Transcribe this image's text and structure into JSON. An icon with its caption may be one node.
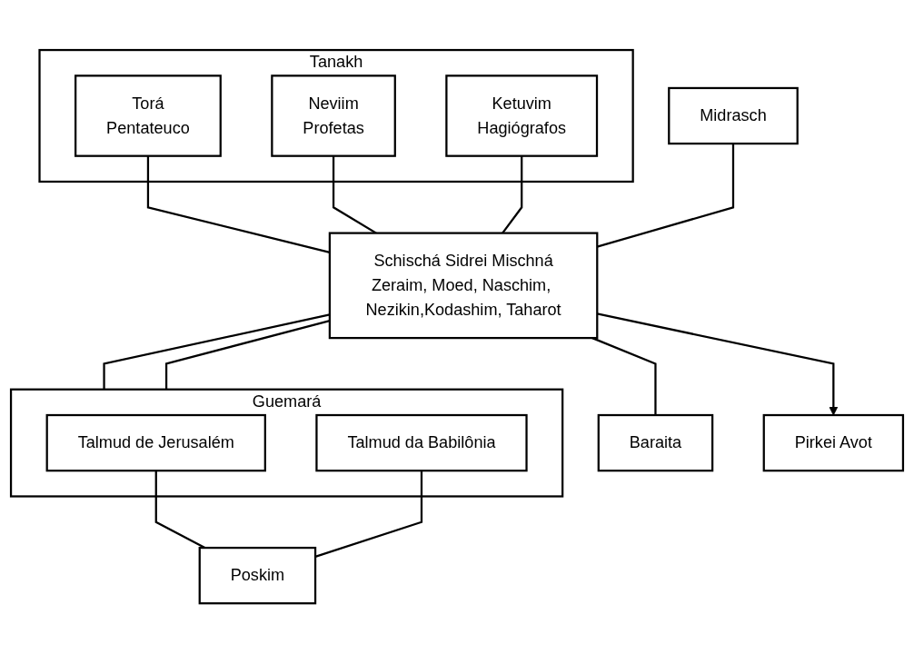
{
  "diagram": {
    "nodes": [
      {
        "text": [
          "Tanakh"
        ]
      },
      {
        "text": [
          "Torá",
          "Pentateuco"
        ],
        "in": 0
      },
      {
        "text": [
          "Neviim",
          "Profetas"
        ],
        "in": 0
      },
      {
        "text": [
          "Ketuvim",
          "Hagiógrafos"
        ],
        "in": 0
      },
      {
        "text": [
          "Midrasch"
        ]
      },
      {
        "text": [
          "Schischá Sidrei Mischná",
          "Zeraim, Moed, Naschim, Nezikin,Kodashim, Taharot"
        ]
      },
      {
        "text": [
          "Baraita"
        ]
      },
      {
        "text": [
          "Pirkei Avot"
        ]
      },
      {
        "text": [
          "Guemará"
        ]
      },
      {
        "text": [
          "Talmud de Jerusalém"
        ],
        "in": 8
      },
      {
        "text": [
          "Talmud da Babilônia"
        ],
        "in": 8
      },
      {
        "text": [
          "Poskim"
        ]
      }
    ],
    "edges": [
      {
        "from": 1,
        "to": 5,
        "arrow": "none"
      },
      {
        "from": 2,
        "to": 5,
        "arrow": "none"
      },
      {
        "from": 3,
        "to": 5,
        "arrow": "none"
      },
      {
        "from": 4,
        "to": 5,
        "arrow": "none"
      },
      {
        "from": 5,
        "to": 6,
        "arrow": "none"
      },
      {
        "from": 5,
        "to": 7,
        "arrow": "to"
      },
      {
        "from": 5,
        "to": 8,
        "arrow": "none"
      },
      {
        "from": 5,
        "to": 8,
        "arrow": "none"
      },
      {
        "from": 9,
        "to": 11,
        "arrow": "none"
      },
      {
        "from": 10,
        "to": 11,
        "arrow": "none"
      }
    ]
  }
}
